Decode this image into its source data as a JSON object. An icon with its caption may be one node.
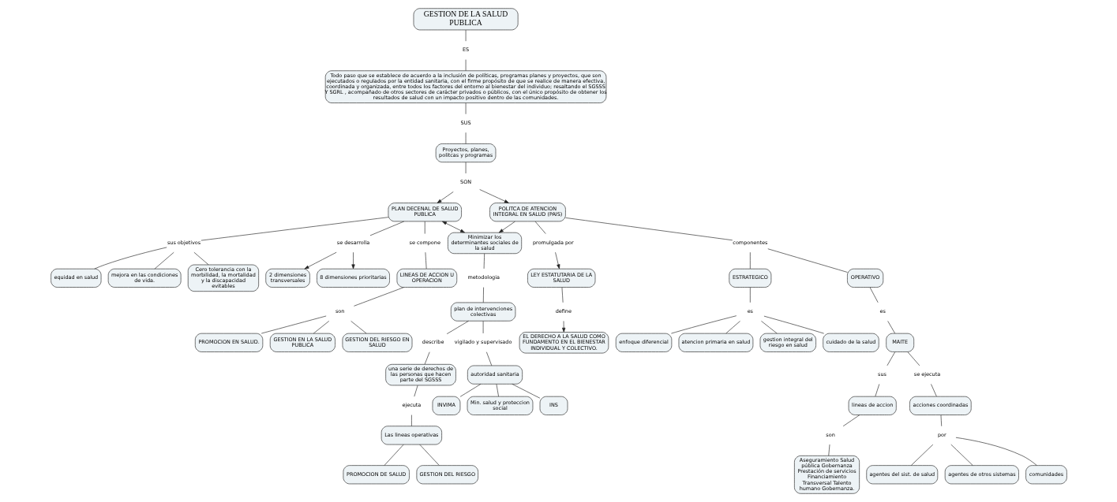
{
  "diagram": {
    "nodes": [
      {
        "text": [
          "GESTION DE LA SALUD PUBLICA"
        ]
      },
      {
        "text": [
          "ES"
        ]
      },
      {
        "text": [
          "Todo paso que se establece de acuerdo a la inclusión de políticas, programas planes y proyectos, que son ejecutados o regulados por la entidad sanitaria, con el firme propósito de que se realice de manera efectiva, coordinada y organizada, entre todos los factores del entorno al bienestar del individuo; resaltando el SGSSS Y SGRL , acompañado de otros sectores de carácter privados o públicos, con el único propósito de obtener los resultados de salud con un impacto positivo dentro de las comunidades."
        ]
      },
      {
        "text": [
          "SUS"
        ]
      },
      {
        "text": [
          "Proyectos, planes, politcas y programas"
        ]
      },
      {
        "text": [
          "SON"
        ]
      },
      {
        "text": [
          "PLAN DECENAL DE SALUD PUBLICA"
        ]
      },
      {
        "text": [
          "POLITCA DE ATENCION INTEGRAL EN SALUD (PAIS)"
        ]
      },
      {
        "text": [
          "Minimizar los determinantes sociales de la salud"
        ]
      },
      {
        "text": [
          "se desarrolla"
        ]
      },
      {
        "text": [
          "8 dimensiones prioritarias"
        ]
      },
      {
        "text": [
          "2 dimensiones transversales"
        ]
      },
      {
        "text": [
          "se compone"
        ]
      },
      {
        "text": [
          "LINEAS DE ACCION U OPERACION"
        ]
      },
      {
        "text": [
          "son"
        ]
      },
      {
        "text": [
          "PROMOCION EN SALUD."
        ]
      },
      {
        "text": [
          "GESTION EN LA SALUD PUBLICA"
        ]
      },
      {
        "text": [
          "GESTION DEL RIESGO EN SALUD"
        ]
      },
      {
        "text": [
          "sus objetivos"
        ]
      },
      {
        "text": [
          "equidad en salud"
        ]
      },
      {
        "text": [
          "mejora en las condiciones de vida."
        ]
      },
      {
        "text": [
          "Cero tolerancia con la morbilidad, la mortalidad y la discapacidad evitables"
        ]
      },
      {
        "text": [
          "metodologia"
        ]
      },
      {
        "text": [
          "plan de intervenciones colectivas"
        ]
      },
      {
        "text": [
          "vigilado y supervisado"
        ]
      },
      {
        "text": [
          "autoridad sanitaria"
        ]
      },
      {
        "text": [
          "INVIMA"
        ]
      },
      {
        "text": [
          "Min. salud y proteccion social"
        ]
      },
      {
        "text": [
          "INS"
        ]
      },
      {
        "text": [
          "describe"
        ]
      },
      {
        "text": [
          "una serie de derechos de las personas que hacen parte del SGSSS"
        ]
      },
      {
        "text": [
          "ejecuta"
        ]
      },
      {
        "text": [
          "Las lineas operativas"
        ]
      },
      {
        "text": [
          "PROMOCION DE SALUD"
        ]
      },
      {
        "text": [
          "GESTION DEL RIESGO"
        ]
      },
      {
        "text": [
          "promulgada por"
        ]
      },
      {
        "text": [
          "LEY ESTATUTARIA DE LA SALUD"
        ]
      },
      {
        "text": [
          "define"
        ]
      },
      {
        "text": [
          "EL DERECHO A LA SALUD COMO FUNDAMENTO EN EL BIENESTAR INDIVIDUAL Y COLECTIVO."
        ]
      },
      {
        "text": [
          "componentes"
        ]
      },
      {
        "text": [
          "ESTRATEGICO"
        ]
      },
      {
        "text": [
          "OPERATIVO"
        ]
      },
      {
        "text": [
          "es"
        ]
      },
      {
        "text": [
          "atencion primaria en salud"
        ]
      },
      {
        "text": [
          "gestion integral del riesgo en salud"
        ]
      },
      {
        "text": [
          "cuidado de la salud"
        ]
      },
      {
        "text": [
          "enfoque diferencial"
        ]
      },
      {
        "text": [
          "es"
        ]
      },
      {
        "text": [
          "MAITE"
        ]
      },
      {
        "text": [
          "sus"
        ]
      },
      {
        "text": [
          "lineas de accion"
        ]
      },
      {
        "text": [
          "son"
        ]
      },
      {
        "text": [
          "Aseguramiento Salud pública Gobernanza Prestación de servicios Financiamiento Transversal Talento humano Gobernanza."
        ]
      },
      {
        "text": [
          "se ejecuta"
        ]
      },
      {
        "text": [
          "acciones coordinadas"
        ]
      },
      {
        "text": [
          "por"
        ]
      },
      {
        "text": [
          "agentes del sist. de salud"
        ]
      },
      {
        "text": [
          "agentes de otros sistemas"
        ]
      },
      {
        "text": [
          "comunidades"
        ]
      }
    ],
    "edges": [
      {
        "from": 0,
        "to": 1,
        "arrow": "none"
      },
      {
        "from": 1,
        "to": 2,
        "arrow": "none"
      },
      {
        "from": 2,
        "to": 3,
        "arrow": "none"
      },
      {
        "from": 3,
        "to": 4,
        "arrow": "none"
      },
      {
        "from": 4,
        "to": 5,
        "arrow": "none"
      },
      {
        "from": 5,
        "to": 6,
        "arrow": "to"
      },
      {
        "from": 5,
        "to": 7,
        "arrow": "to"
      },
      {
        "from": 6,
        "to": 8,
        "arrow": "both"
      },
      {
        "from": 7,
        "to": 8,
        "arrow": "to"
      },
      {
        "from": 6,
        "to": 9,
        "arrow": "none"
      },
      {
        "from": 9,
        "to": 10,
        "arrow": "to"
      },
      {
        "from": 9,
        "to": 11,
        "arrow": "to"
      },
      {
        "from": 6,
        "to": 12,
        "arrow": "none"
      },
      {
        "from": 12,
        "to": 13,
        "arrow": "none"
      },
      {
        "from": 13,
        "to": 14,
        "arrow": "none"
      },
      {
        "from": 14,
        "to": 15,
        "arrow": "none"
      },
      {
        "from": 14,
        "to": 16,
        "arrow": "none"
      },
      {
        "from": 14,
        "to": 17,
        "arrow": "none"
      },
      {
        "from": 6,
        "to": 18,
        "arrow": "none"
      },
      {
        "from": 18,
        "to": 19,
        "arrow": "none"
      },
      {
        "from": 18,
        "to": 20,
        "arrow": "none"
      },
      {
        "from": 18,
        "to": 21,
        "arrow": "none"
      },
      {
        "from": 8,
        "to": 22,
        "arrow": "none"
      },
      {
        "from": 22,
        "to": 23,
        "arrow": "none"
      },
      {
        "from": 23,
        "to": 24,
        "arrow": "none"
      },
      {
        "from": 24,
        "to": 25,
        "arrow": "none"
      },
      {
        "from": 25,
        "to": 26,
        "arrow": "none"
      },
      {
        "from": 25,
        "to": 27,
        "arrow": "none"
      },
      {
        "from": 25,
        "to": 28,
        "arrow": "none"
      },
      {
        "from": 23,
        "to": 29,
        "arrow": "none"
      },
      {
        "from": 29,
        "to": 30,
        "arrow": "none"
      },
      {
        "from": 30,
        "to": 31,
        "arrow": "none"
      },
      {
        "from": 31,
        "to": 32,
        "arrow": "none"
      },
      {
        "from": 32,
        "to": 33,
        "arrow": "none"
      },
      {
        "from": 32,
        "to": 34,
        "arrow": "none"
      },
      {
        "from": 7,
        "to": 35,
        "arrow": "none"
      },
      {
        "from": 35,
        "to": 36,
        "arrow": "to"
      },
      {
        "from": 36,
        "to": 37,
        "arrow": "none"
      },
      {
        "from": 37,
        "to": 38,
        "arrow": "to"
      },
      {
        "from": 7,
        "to": 39,
        "arrow": "none"
      },
      {
        "from": 39,
        "to": 40,
        "arrow": "none"
      },
      {
        "from": 39,
        "to": 41,
        "arrow": "none"
      },
      {
        "from": 40,
        "to": 42,
        "arrow": "none"
      },
      {
        "from": 42,
        "to": 43,
        "arrow": "none"
      },
      {
        "from": 42,
        "to": 44,
        "arrow": "none"
      },
      {
        "from": 42,
        "to": 45,
        "arrow": "none"
      },
      {
        "from": 42,
        "to": 46,
        "arrow": "none"
      },
      {
        "from": 41,
        "to": 47,
        "arrow": "none"
      },
      {
        "from": 47,
        "to": 48,
        "arrow": "none"
      },
      {
        "from": 48,
        "to": 49,
        "arrow": "none"
      },
      {
        "from": 49,
        "to": 50,
        "arrow": "none"
      },
      {
        "from": 50,
        "to": 51,
        "arrow": "none"
      },
      {
        "from": 51,
        "to": 52,
        "arrow": "none"
      },
      {
        "from": 48,
        "to": 53,
        "arrow": "none"
      },
      {
        "from": 53,
        "to": 54,
        "arrow": "none"
      },
      {
        "from": 54,
        "to": 55,
        "arrow": "none"
      },
      {
        "from": 55,
        "to": 56,
        "arrow": "none"
      },
      {
        "from": 55,
        "to": 57,
        "arrow": "none"
      },
      {
        "from": 55,
        "to": 58,
        "arrow": "none"
      }
    ]
  }
}
